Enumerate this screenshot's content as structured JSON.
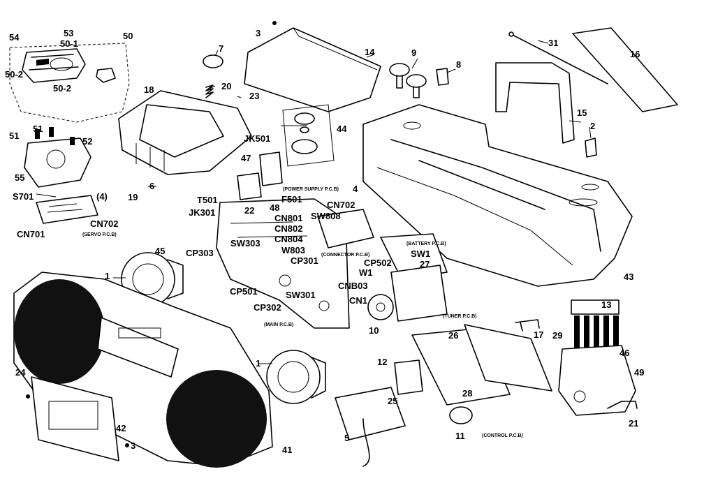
{
  "parts": {
    "p1a": "1",
    "p1b": "1",
    "p2": "2",
    "p3a": "3",
    "p3b": "3",
    "p4": "4",
    "p4p": "(4)",
    "p5": "5",
    "p6": "6",
    "p7": "7",
    "p8": "8",
    "p9": "9",
    "p10": "10",
    "p11": "11",
    "p12": "12",
    "p13": "13",
    "p14": "14",
    "p15": "15",
    "p16": "16",
    "p17": "17",
    "p18": "18",
    "p19": "19",
    "p20": "20",
    "p21": "21",
    "p22": "22",
    "p23": "23",
    "p24": "24",
    "p25": "25",
    "p26": "26",
    "p27": "27",
    "p28": "28",
    "p29": "29",
    "p31": "31",
    "p41": "41",
    "p42": "42",
    "p43": "43",
    "p44": "44",
    "p45": "45",
    "p46": "46",
    "p47": "47",
    "p48": "48",
    "p49": "49",
    "p50": "50",
    "p50_1": "50-1",
    "p50_2a": "50-2",
    "p50_2b": "50-2",
    "p51a": "51",
    "p51b": "51",
    "p52": "52",
    "p53": "53",
    "p54": "54",
    "p55": "55"
  },
  "refs": {
    "s701": "S701",
    "cn701": "CN701",
    "cn702a": "CN702",
    "cn702b": "CN702",
    "t501": "T501",
    "jk301": "JK301",
    "jk501": "JK501",
    "f501": "F501",
    "cn801": "CN801",
    "cn802": "CN802",
    "cn804": "CN804",
    "sw808": "SW808",
    "sw303": "SW303",
    "w803": "W803",
    "cp303": "CP303",
    "cp301": "CP301",
    "cp501": "CP501",
    "cp302": "CP302",
    "sw301": "SW301",
    "cnb03": "CNB03",
    "cn1": "CN1",
    "cp502": "CP502",
    "sw1": "SW1",
    "w1": "W1"
  },
  "boards": {
    "servo": "(SERVO P.C.B)",
    "power": "(POWER SUPPLY P.C.B)",
    "connector": "(CONNECTOR P.C.B)",
    "battery": "(BATTERY P.C.B)",
    "main": "(MAIN P.C.B)",
    "tuner": "(TUNER P.C.B)",
    "control": "(CONTROL P.C.B)"
  }
}
